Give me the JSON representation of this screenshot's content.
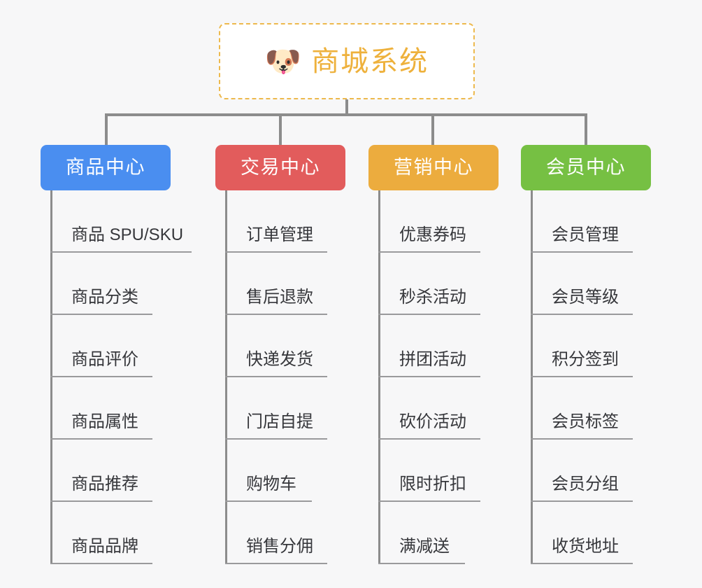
{
  "canvas": {
    "background_color": "#f7f7f8",
    "connector_color": "#8c8c8c"
  },
  "root": {
    "icon": "dog-face-emoji",
    "icon_glyph": "🐶",
    "title": "商城系统",
    "text_color": "#eeb13c",
    "border_color": "#edb94d",
    "background_color": "#ffffff"
  },
  "branches": [
    {
      "id": "product-center",
      "label": "商品中心",
      "color": "#4a8ef0",
      "items": [
        {
          "label": "商品 SPU/SKU",
          "underline_width": 202
        },
        {
          "label": "商品分类",
          "underline_width": 146
        },
        {
          "label": "商品评价",
          "underline_width": 146
        },
        {
          "label": "商品属性",
          "underline_width": 146
        },
        {
          "label": "商品推荐",
          "underline_width": 146
        },
        {
          "label": "商品品牌",
          "underline_width": 146
        }
      ]
    },
    {
      "id": "trade-center",
      "label": "交易中心",
      "color": "#e25c5c",
      "items": [
        {
          "label": "订单管理",
          "underline_width": 146
        },
        {
          "label": "售后退款",
          "underline_width": 146
        },
        {
          "label": "快递发货",
          "underline_width": 146
        },
        {
          "label": "门店自提",
          "underline_width": 146
        },
        {
          "label": "购物车",
          "underline_width": 124
        },
        {
          "label": "销售分佣",
          "underline_width": 146
        }
      ]
    },
    {
      "id": "marketing-center",
      "label": "营销中心",
      "color": "#ecac3e",
      "items": [
        {
          "label": "优惠券码",
          "underline_width": 146
        },
        {
          "label": "秒杀活动",
          "underline_width": 146
        },
        {
          "label": "拼团活动",
          "underline_width": 146
        },
        {
          "label": "砍价活动",
          "underline_width": 146
        },
        {
          "label": "限时折扣",
          "underline_width": 146
        },
        {
          "label": "满减送",
          "underline_width": 124
        }
      ]
    },
    {
      "id": "member-center",
      "label": "会员中心",
      "color": "#76c043",
      "items": [
        {
          "label": "会员管理",
          "underline_width": 146
        },
        {
          "label": "会员等级",
          "underline_width": 146
        },
        {
          "label": "积分签到",
          "underline_width": 146
        },
        {
          "label": "会员标签",
          "underline_width": 146
        },
        {
          "label": "会员分组",
          "underline_width": 146
        },
        {
          "label": "收货地址",
          "underline_width": 146
        }
      ]
    }
  ]
}
